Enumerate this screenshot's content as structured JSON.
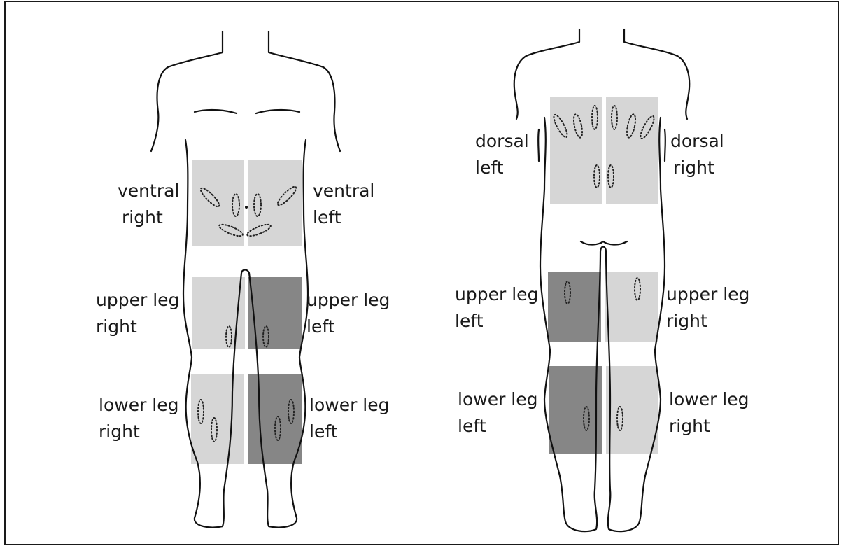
{
  "colors": {
    "zone_light": "#d6d6d6",
    "zone_dark": "#868686",
    "outline": "#111111",
    "text": "#1a1a1a"
  },
  "front": {
    "ventral_right": [
      "ventral",
      "right"
    ],
    "ventral_left": [
      "ventral",
      "left"
    ],
    "upper_leg_right": [
      "upper leg",
      "right"
    ],
    "upper_leg_left": [
      "upper leg",
      "left"
    ],
    "lower_leg_right": [
      "lower leg",
      "right"
    ],
    "lower_leg_left": [
      "lower leg",
      "left"
    ]
  },
  "back": {
    "dorsal_left": [
      "dorsal",
      "left"
    ],
    "dorsal_right": [
      "dorsal",
      "right"
    ],
    "upper_leg_left": [
      "upper leg",
      "left"
    ],
    "upper_leg_right": [
      "upper leg",
      "right"
    ],
    "lower_leg_left": [
      "lower leg",
      "left"
    ],
    "lower_leg_right": [
      "lower leg",
      "right"
    ]
  }
}
